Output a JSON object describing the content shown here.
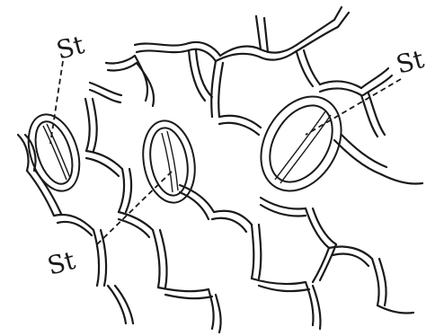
{
  "labels": {
    "stoma_1": "St",
    "stoma_2": "St",
    "stoma_3": "St"
  }
}
